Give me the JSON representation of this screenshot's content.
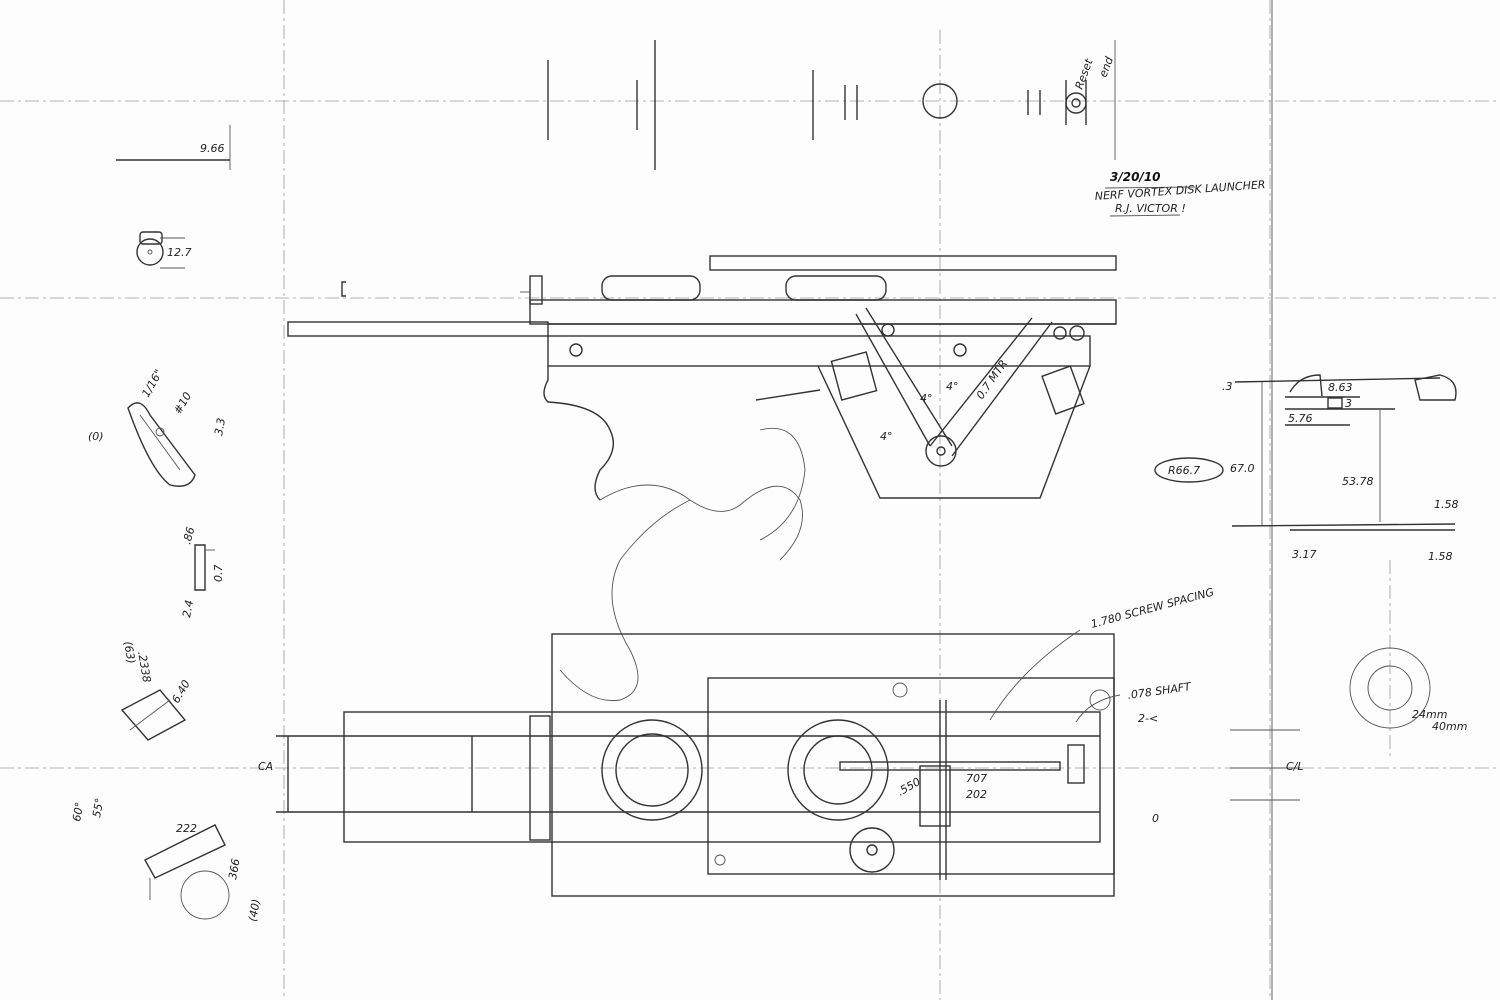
{
  "title_block": {
    "date": "3/20/10",
    "title": "NERF VORTEX DISK LAUNCHER",
    "author": "R.J. VICTOR !"
  },
  "top_view_labels": {
    "reset": "Reset",
    "end": "end"
  },
  "left_details": {
    "dim_9_66": "9.66",
    "dim_12_7": "12.7",
    "cam_label": "(0)",
    "cam_fraction": "1/16\"",
    "cam_screw": "#10",
    "cam_dim": "3.3",
    "pin_dim_top": ".86",
    "pin_dim_mid": "0.7",
    "pin_dim_bottom": "2.4",
    "slot_label": "(63)",
    "slot_dim": ".2338",
    "slot_dim2": "6.40",
    "angle_note": "60°",
    "angle_note2": "55°",
    "wheel_dim": "222",
    "wheel_dim2": "366",
    "wheel_label": "(40)"
  },
  "side_view_labels": {
    "motor": "0.7 MTR",
    "angle_a": "4°",
    "angle_b": "4°",
    "angle_c": "4°"
  },
  "right_section": {
    "dim_top": ".3",
    "dim_863": "8.63",
    "dim_3": "3",
    "dim_576": "5.76",
    "radius": "R66.7",
    "dim_670": "67.0",
    "dim_5378": "53.78",
    "dim_158_top": "1.58",
    "dim_317": "3.17",
    "dim_158_bottom": "1.58",
    "disk_dia": "24mm",
    "disk_dia2": "40mm",
    "centerline": "C/L"
  },
  "plan_view_labels": {
    "screw_spacing": "1.780 SCREW SPACING",
    "shaft": ".078 SHAFT",
    "mark_2": "2-<",
    "mark_0": "0",
    "note_707": "707",
    "note_202": "202",
    "note_550": ".550",
    "centerline": "CA"
  }
}
